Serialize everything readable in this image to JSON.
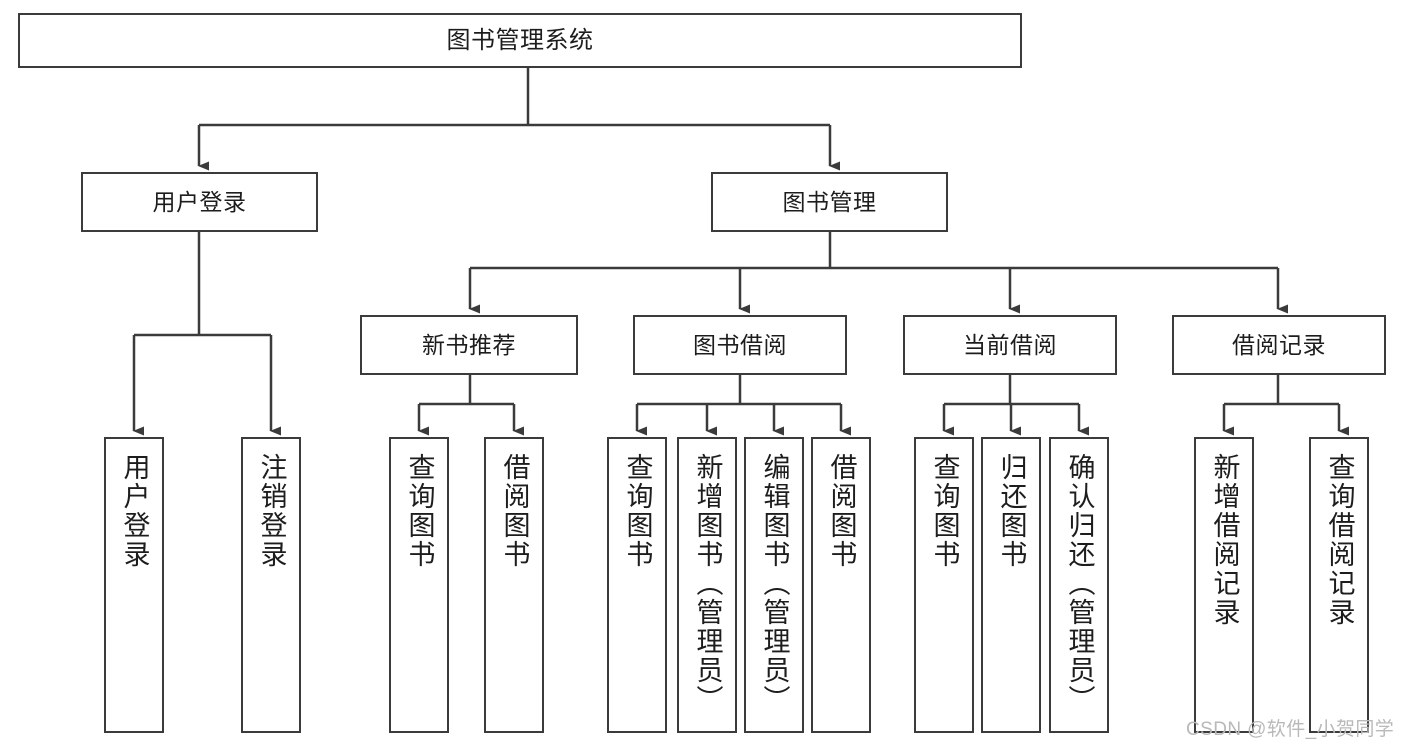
{
  "diagram": {
    "title": "图书管理系统",
    "watermark": "CSDN @软件_小贺同学",
    "colors": {
      "stroke": "#3b3b3b",
      "fill": "#ffffff",
      "text": "#1d1d1d",
      "watermark": "#b9b9b9"
    },
    "root": {
      "label": "图书管理系统"
    },
    "level1": [
      {
        "label": "用户登录"
      },
      {
        "label": "图书管理"
      }
    ],
    "level2": [
      {
        "label": "新书推荐"
      },
      {
        "label": "图书借阅"
      },
      {
        "label": "当前借阅"
      },
      {
        "label": "借阅记录"
      }
    ],
    "leaves": {
      "user_login": [
        {
          "label": "用户登录"
        },
        {
          "label": "注销登录"
        }
      ],
      "new_book": [
        {
          "label": "查询图书"
        },
        {
          "label": "借阅图书"
        }
      ],
      "book_borrow": [
        {
          "label": "查询图书"
        },
        {
          "label": "新增图书（管理员）"
        },
        {
          "label": "编辑图书（管理员）"
        },
        {
          "label": "借阅图书"
        }
      ],
      "current_borrow": [
        {
          "label": "查询图书"
        },
        {
          "label": "归还图书"
        },
        {
          "label": "确认归还（管理员）"
        }
      ],
      "borrow_record": [
        {
          "label": "新增借阅记录"
        },
        {
          "label": "查询借阅记录"
        }
      ]
    }
  }
}
